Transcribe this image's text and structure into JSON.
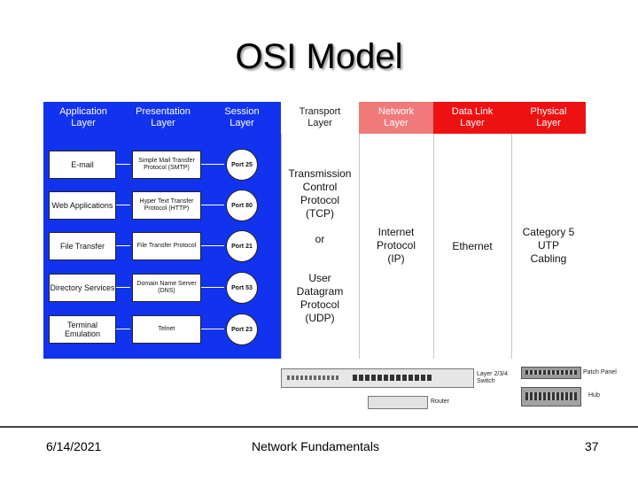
{
  "title": "OSI Model",
  "layers": [
    {
      "label": "Application\nLayer",
      "bg": "#1133ee",
      "fg": "#ffffff"
    },
    {
      "label": "Presentation\nLayer",
      "bg": "#1133ee",
      "fg": "#ffffff"
    },
    {
      "label": "Session\nLayer",
      "bg": "#1133ee",
      "fg": "#ffffff"
    },
    {
      "label": "Transport\nLayer",
      "bg": "#ffffff",
      "fg": "#1a1a1a"
    },
    {
      "label": "Network\nLayer",
      "bg": "#f07a7a",
      "fg": "#ffffff"
    },
    {
      "label": "Data Link\nLayer",
      "bg": "#ee1111",
      "fg": "#ffffff"
    },
    {
      "label": "Physical\nLayer",
      "bg": "#ee1111",
      "fg": "#ffffff"
    }
  ],
  "rows": [
    {
      "app": "E-mail",
      "protocol": "Simple Mail Transfer\nProtocol (SMTP)",
      "port": "Port 25"
    },
    {
      "app": "Web Applications",
      "protocol": "Hyper Text Transfer\nProtocol (HTTP)",
      "port": "Port 80"
    },
    {
      "app": "File Transfer",
      "protocol": "File Transfer Protocol",
      "port": "Port 21"
    },
    {
      "app": "Directory Services",
      "protocol": "Domain Name Server\n(DNS)",
      "port": "Port 53"
    },
    {
      "app": "Terminal\nEmulation",
      "protocol": "Telnet",
      "port": "Port 23"
    }
  ],
  "transport": {
    "tcp": "Transmission\nControl\nProtocol\n(TCP)",
    "or": "or",
    "udp": "User\nDatagram\nProtocol\n(UDP)"
  },
  "network": "Internet\nProtocol\n(IP)",
  "datalink": "Ethernet",
  "physical": "Category 5\nUTP\nCabling",
  "hardware": {
    "switch": "Layer 2/3/4\nSwitch",
    "router": "Router",
    "patch_panel": "Patch Panel",
    "hub": "Hub"
  },
  "footer": {
    "date": "6/14/2021",
    "center": "Network Fundamentals",
    "page": "37"
  }
}
